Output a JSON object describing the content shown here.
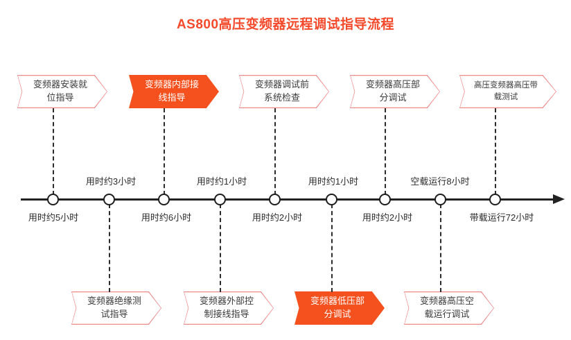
{
  "title": "AS800高压变频器远程调试指导流程",
  "theme": {
    "accent_orange": "#F4511E",
    "title_red": "#F4492A",
    "outline_pink": "#F08A8A",
    "axis_dark": "#222222",
    "text_dark": "#2b2b2b"
  },
  "chart_data": {
    "type": "timeline",
    "title": "AS800高压变频器远程调试指导流程",
    "orientation": "horizontal",
    "node_count": 9,
    "steps": [
      {
        "index": 1,
        "label": "变频器安装就位指导",
        "position": "above",
        "style": "outline",
        "duration_label": "用时约5小时",
        "duration_side": "below",
        "duration_hours": 5
      },
      {
        "index": 2,
        "label": "变频器绝缘测试指导",
        "position": "below",
        "style": "outline",
        "duration_label": "用时约3小时",
        "duration_side": "above",
        "duration_hours": 3
      },
      {
        "index": 3,
        "label": "变频器内部接线指导",
        "position": "above",
        "style": "filled",
        "duration_label": "用时约6小时",
        "duration_side": "below",
        "duration_hours": 6
      },
      {
        "index": 4,
        "label": "变频器外部控制接线指导",
        "position": "below",
        "style": "outline",
        "duration_label": "用时约1小时",
        "duration_side": "above",
        "duration_hours": 1
      },
      {
        "index": 5,
        "label": "变频器调试前系统检查",
        "position": "above",
        "style": "outline",
        "duration_label": "用时约2小时",
        "duration_side": "below",
        "duration_hours": 2
      },
      {
        "index": 6,
        "label": "变频器低压部分调试",
        "position": "below",
        "style": "filled",
        "duration_label": "用时约1小时",
        "duration_side": "above",
        "duration_hours": 1
      },
      {
        "index": 7,
        "label": "变频器高压部分调试",
        "position": "above",
        "style": "outline",
        "duration_label": "用时约2小时",
        "duration_side": "below",
        "duration_hours": 2
      },
      {
        "index": 8,
        "label": "变频器高压空载运行调试",
        "position": "below",
        "style": "outline",
        "duration_label": "空载运行8小时",
        "duration_side": "above",
        "duration_hours": 8
      },
      {
        "index": 9,
        "label": "高压变频器高压带载测试",
        "position": "above",
        "style": "outline",
        "duration_label": "带载运行72小时",
        "duration_side": "below",
        "duration_hours": 72
      }
    ]
  },
  "boxes_top": [
    {
      "line1": "变频器安装就",
      "line2": "位指导",
      "style": "outline"
    },
    {
      "line1": "变频器内部接",
      "line2": "线指导",
      "style": "filled"
    },
    {
      "line1": "变频器调试前",
      "line2": "系统检查",
      "style": "outline"
    },
    {
      "line1": "变频器高压部",
      "line2": "分调试",
      "style": "outline"
    },
    {
      "line1": "高压变频器高压带",
      "line2": "载测试",
      "style": "outline"
    }
  ],
  "boxes_bottom": [
    {
      "line1": "变频器绝缘测",
      "line2": "试指导",
      "style": "outline"
    },
    {
      "line1": "变频器外部控",
      "line2": "制接线指导",
      "style": "outline"
    },
    {
      "line1": "变频器低压部",
      "line2": "分调试",
      "style": "filled"
    },
    {
      "line1": "变频器高压空",
      "line2": "载运行调试",
      "style": "outline"
    }
  ],
  "durations_above": [
    "用时约3小时",
    "用时约1小时",
    "用时约1小时",
    "空载运行8小时"
  ],
  "durations_below": [
    "用时约5小时",
    "用时约6小时",
    "用时约2小时",
    "用时约2小时",
    "带载运行72小时"
  ]
}
